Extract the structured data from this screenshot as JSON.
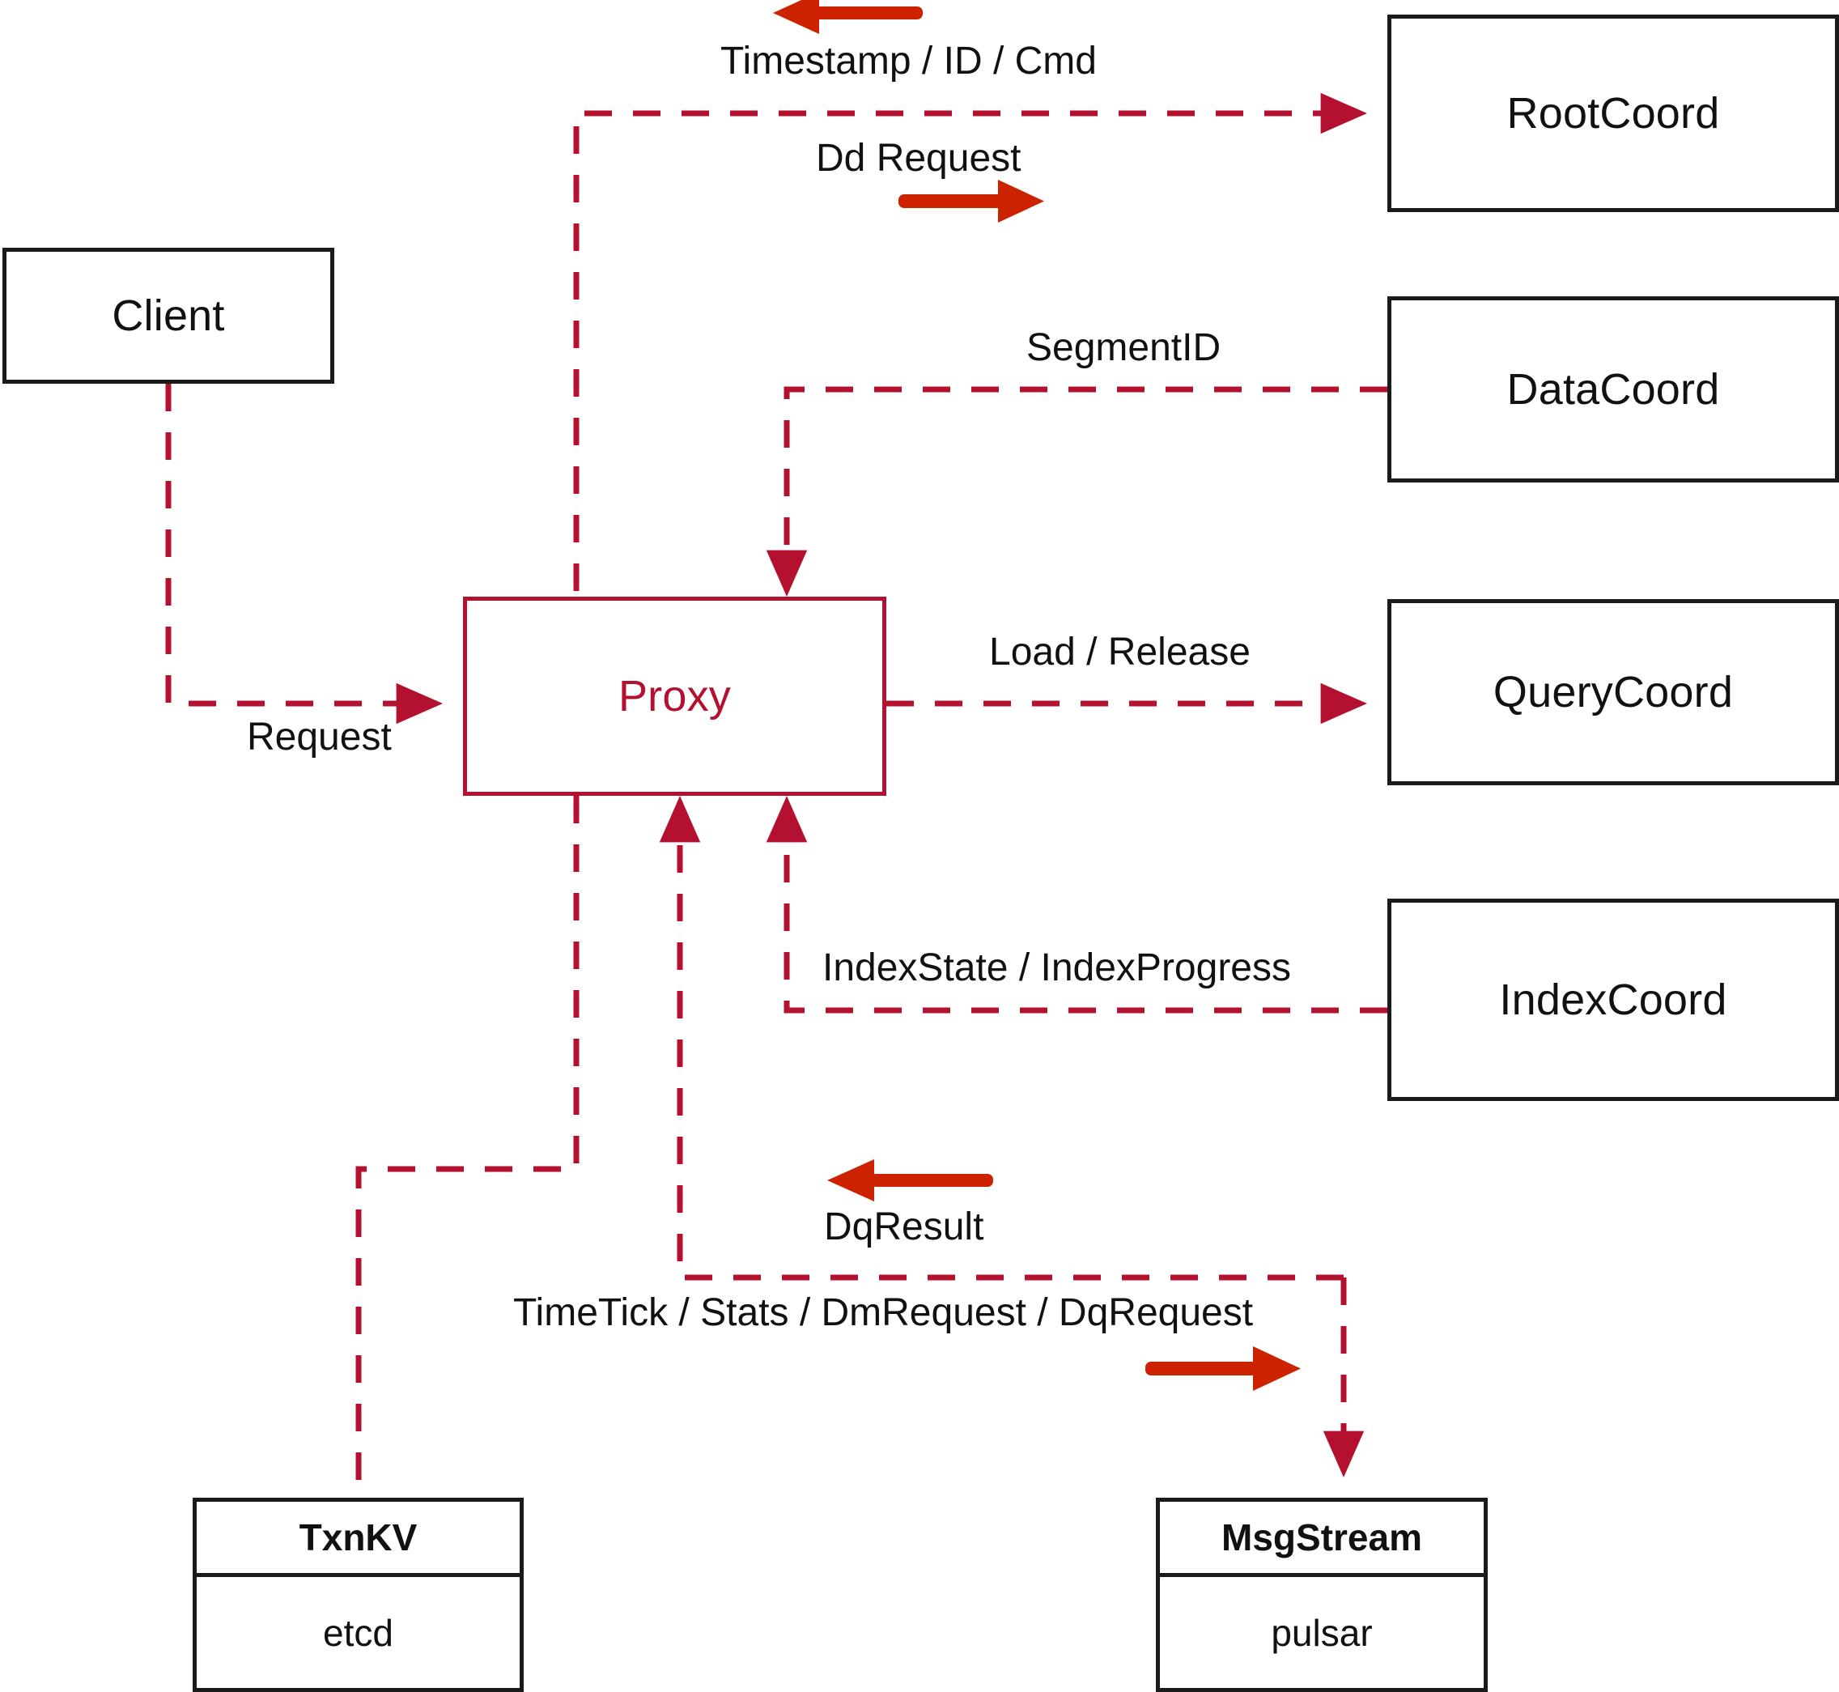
{
  "diagram": {
    "title": "Proxy architecture data flow",
    "colors": {
      "dashed_connector": "#b3112f",
      "solid_direction_arrow": "#cc2200",
      "node_border": "#1a1a1a",
      "proxy_border": "#b3112f",
      "proxy_text": "#b3112f",
      "background": "#ffffff"
    },
    "nodes": {
      "client": {
        "label": "Client"
      },
      "proxy": {
        "label": "Proxy"
      },
      "root_coord": {
        "label": "RootCoord"
      },
      "data_coord": {
        "label": "DataCoord"
      },
      "query_coord": {
        "label": "QueryCoord"
      },
      "index_coord": {
        "label": "IndexCoord"
      },
      "txn_kv": {
        "header": "TxnKV",
        "body": "etcd"
      },
      "msg_stream": {
        "header": "MsgStream",
        "body": "pulsar"
      }
    },
    "edge_labels": {
      "timestamp_id_cmd": "Timestamp / ID / Cmd",
      "dd_request": "Dd Request",
      "segment_id": "SegmentID",
      "request": "Request",
      "load_release": "Load / Release",
      "index_state_progress": "IndexState / IndexProgress",
      "dq_result": "DqResult",
      "timetick_stats_dm_dq": "TimeTick / Stats / DmRequest / DqRequest"
    }
  }
}
